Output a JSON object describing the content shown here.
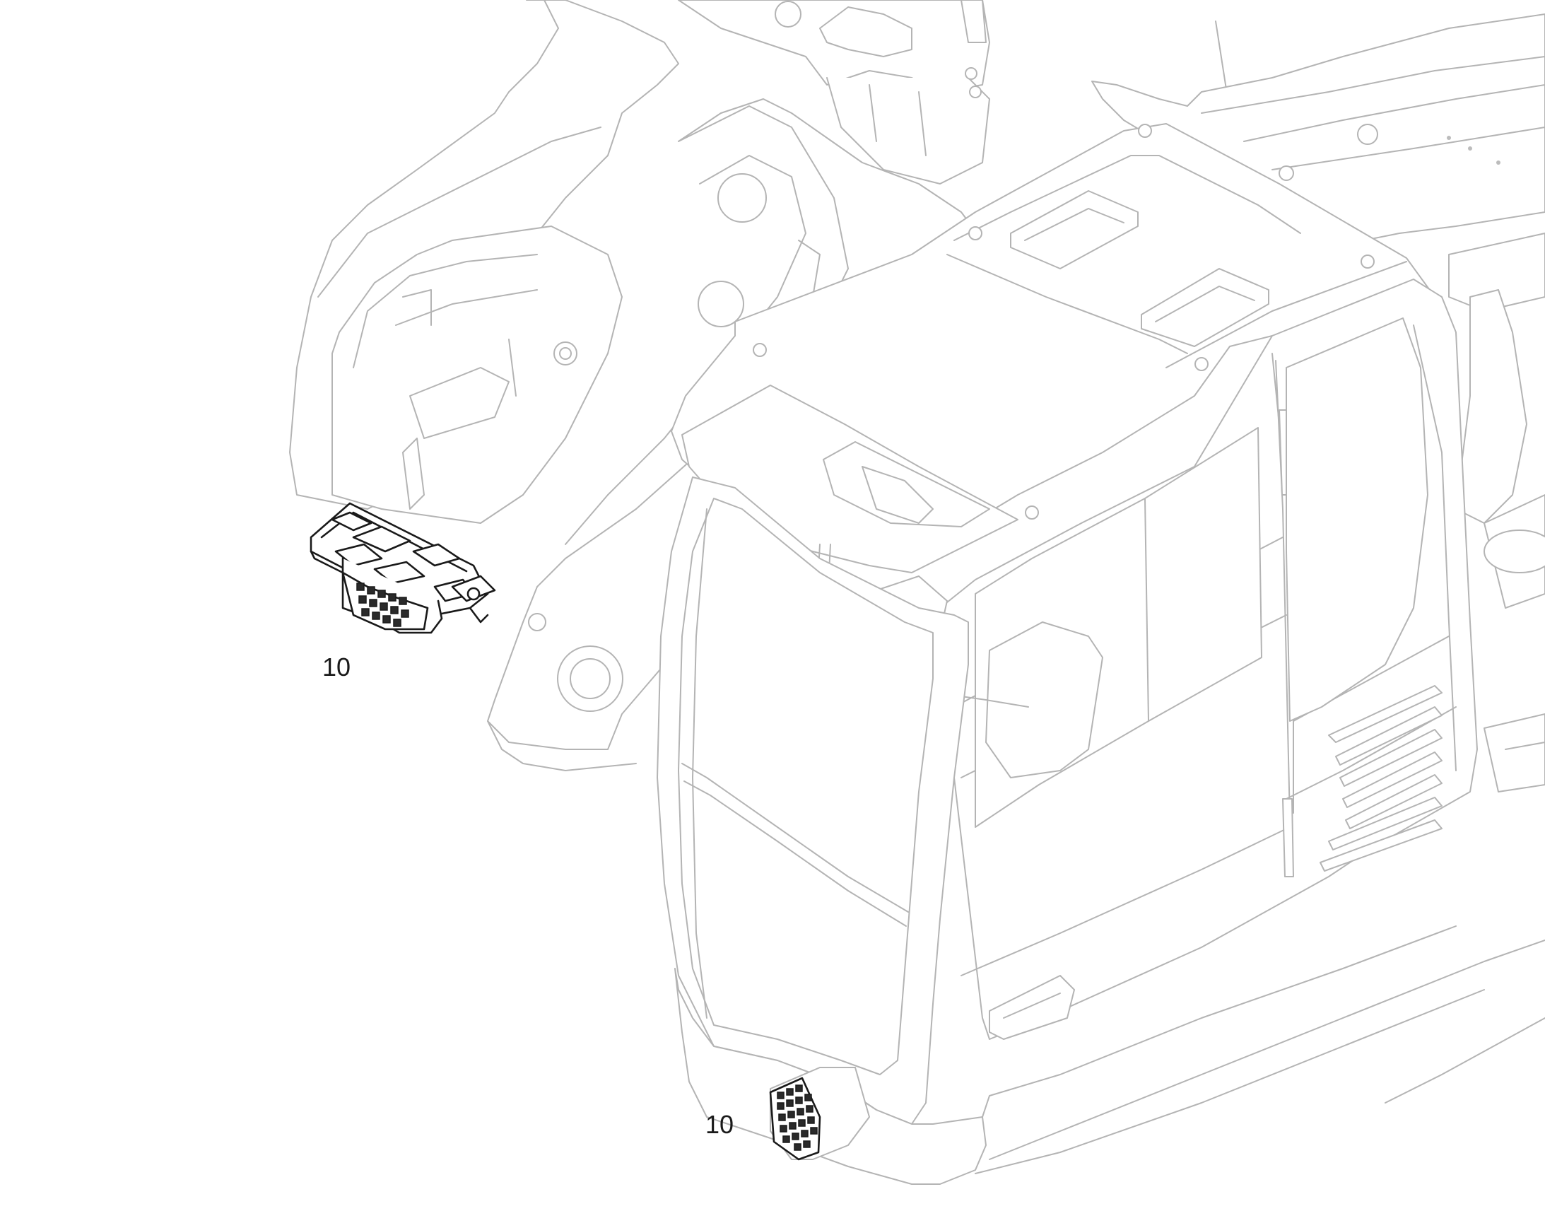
{
  "callouts": [
    {
      "id": "upper-step",
      "label": "10"
    },
    {
      "id": "lower-step",
      "label": "10"
    }
  ],
  "colors": {
    "context_outline": "#b4b4b4",
    "highlight_outline": "#1a1a1a",
    "background": "#ffffff"
  }
}
